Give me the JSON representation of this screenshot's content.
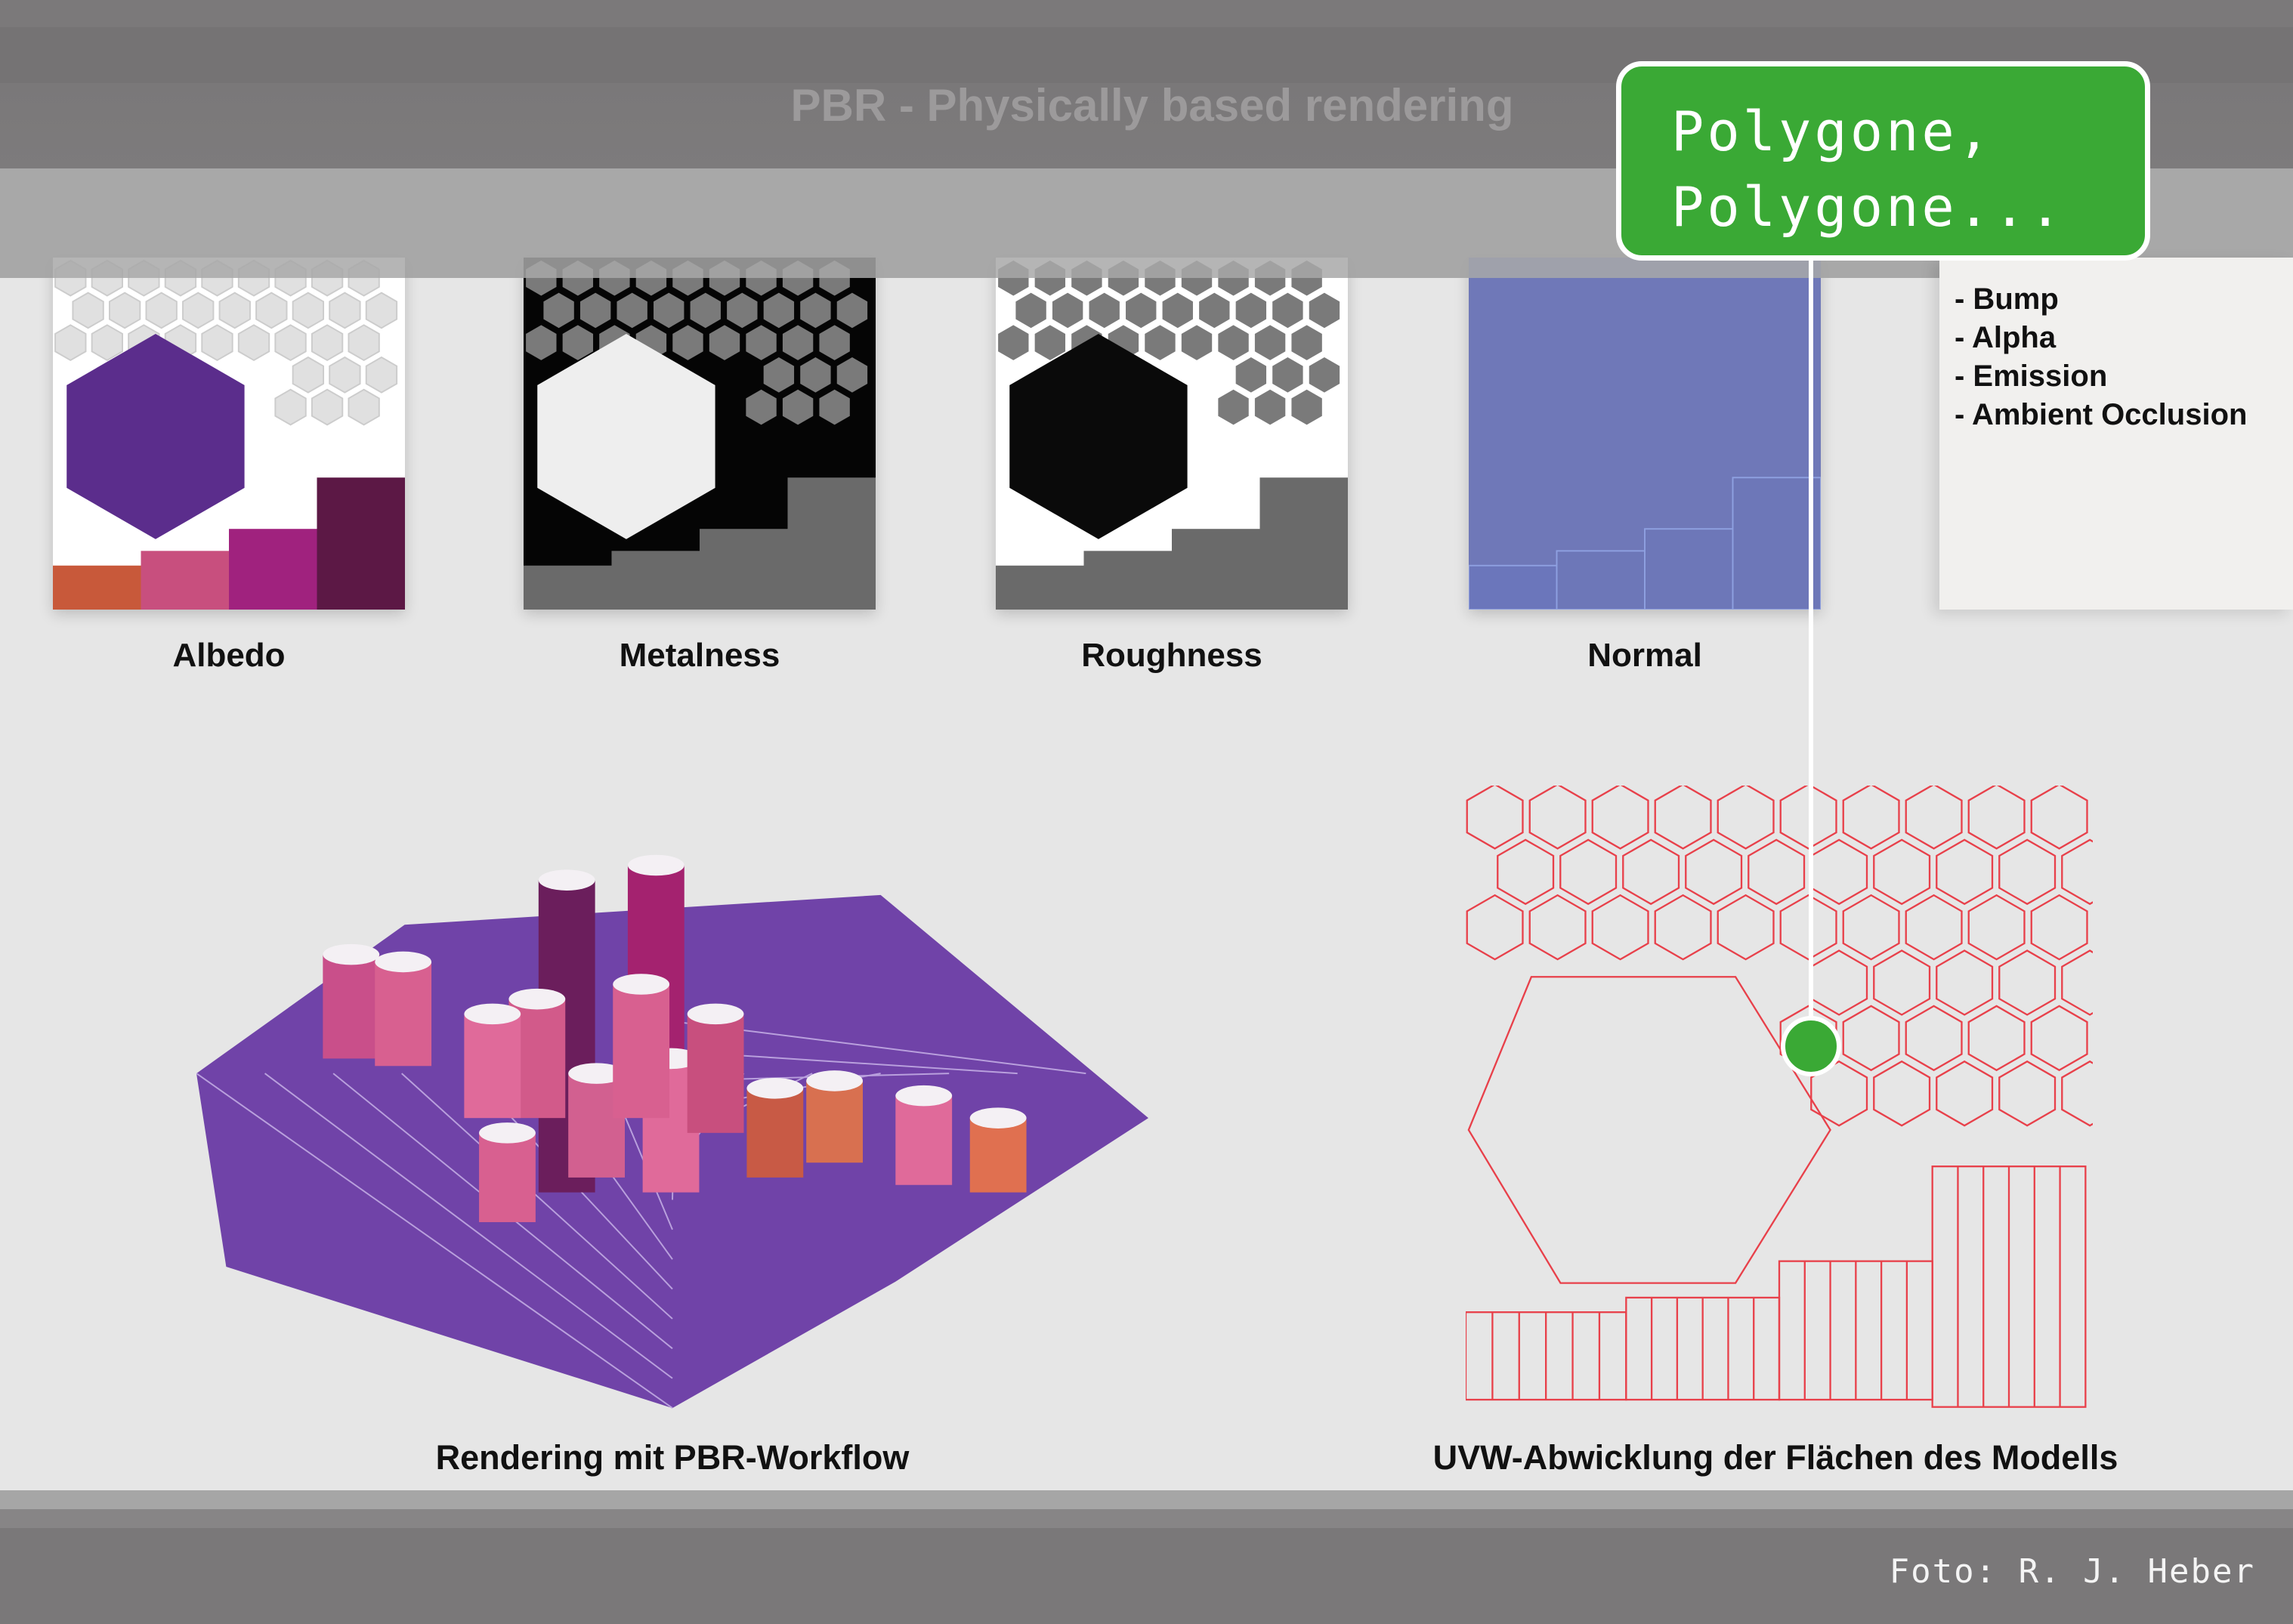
{
  "title": "PBR - Physically based rendering",
  "callout": {
    "line1": "Polygone,",
    "line2": "Polygone...",
    "color": "#3aa935"
  },
  "texture_maps": [
    {
      "label": "Albedo"
    },
    {
      "label": "Metalness"
    },
    {
      "label": "Roughness"
    },
    {
      "label": "Normal"
    }
  ],
  "additional_maps": [
    "- Bump",
    "- Alpha",
    "- Emission",
    "- Ambient Occlusion"
  ],
  "captions": {
    "render": "Rendering mit PBR-Workflow",
    "uvw": "UVW-Abwicklung der Flächen des Modells"
  },
  "credit": "Foto: R. J. Heber"
}
